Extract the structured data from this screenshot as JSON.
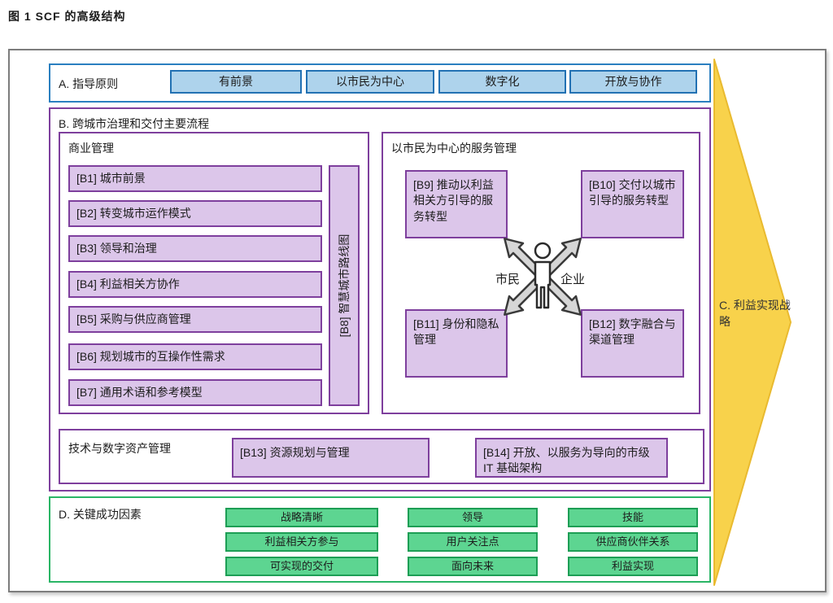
{
  "figure_title": "图 1  SCF 的高级结构",
  "section_a": {
    "label": "A. 指导原则",
    "principles": [
      "有前景",
      "以市民为中心",
      "数字化",
      "开放与协作"
    ]
  },
  "section_b": {
    "label": "B. 跨城市治理和交付主要流程",
    "business_management": {
      "label": "商业管理",
      "items": [
        "[B1] 城市前景",
        "[B2] 转变城市运作模式",
        "[B3] 领导和治理",
        "[B4] 利益相关方协作",
        "[B5] 采购与供应商管理",
        "[B6] 规划城市的互操作性需求",
        "[B7] 通用术语和参考模型"
      ],
      "roadmap": "[B8] 智慧城市路线图"
    },
    "citizen_service_management": {
      "label": "以市民为中心的服务管理",
      "b9": "[B9] 推动以利益相关方引导的服务转型",
      "b10": "[B10] 交付以城市引导的服务转型",
      "b11": "[B11] 身份和隐私管理",
      "b12": "[B12] 数字融合与渠道管理",
      "actor_left": "市民",
      "actor_right": "企业"
    },
    "technology_management": {
      "label": "技术与数字资产管理",
      "b13": "[B13] 资源规划与管理",
      "b14": "[B14] 开放、以服务为导向的市级 IT 基础架构"
    }
  },
  "section_c": {
    "label": "C. 利益实现战略"
  },
  "section_d": {
    "label": "D. 关键成功因素",
    "factors": [
      "战略清晰",
      "领导",
      "技能",
      "利益相关方参与",
      "用户关注点",
      "供应商伙伴关系",
      "可实现的交付",
      "面向未来",
      "利益实现"
    ]
  },
  "colors": {
    "blue_border": "#2271b3",
    "blue_fill": "#aed3ec",
    "purple_border": "#7e3f9d",
    "purple_fill": "#dcc6ea",
    "green_border": "#1d9e55",
    "green_fill": "#5dd591",
    "yellow_fill": "#f8d24b",
    "yellow_border": "#e9ba2f"
  }
}
